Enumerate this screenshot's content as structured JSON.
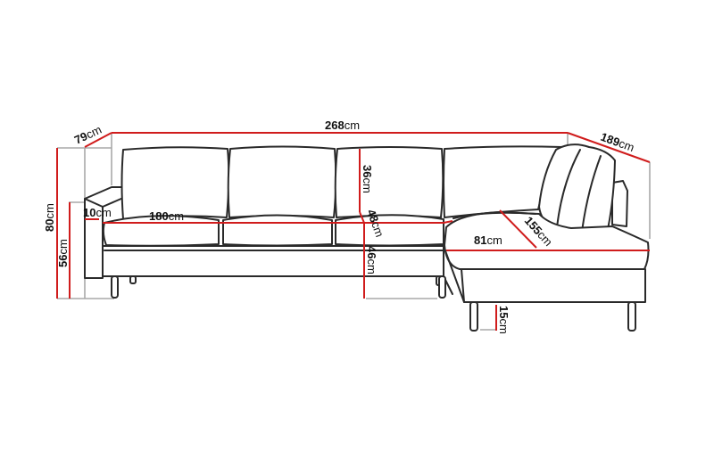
{
  "diagram": {
    "subject": "L-shaped corner sofa with right chaise, line drawing with dimensions",
    "unit": "cm",
    "colors": {
      "dimension_line": "#d01c1c",
      "extension_line": "#a8a8a8",
      "outline": "#2a2a2a",
      "background": "#ffffff"
    },
    "dimensions": {
      "total_width": {
        "value": "268",
        "unit": "cm"
      },
      "depth_left": {
        "value": "79",
        "unit": "cm"
      },
      "chaise_length": {
        "value": "189",
        "unit": "cm"
      },
      "total_height": {
        "value": "80",
        "unit": "cm"
      },
      "arm_height": {
        "value": "56",
        "unit": "cm"
      },
      "arm_width": {
        "value": "10",
        "unit": "cm"
      },
      "seat_width": {
        "value": "180",
        "unit": "cm"
      },
      "back_height": {
        "value": "36",
        "unit": "cm"
      },
      "seat_depth": {
        "value": "48",
        "unit": "cm"
      },
      "seat_height": {
        "value": "46",
        "unit": "cm"
      },
      "chaise_width": {
        "value": "81",
        "unit": "cm"
      },
      "chaise_seat_length": {
        "value": "155",
        "unit": "cm"
      },
      "leg_height": {
        "value": "15",
        "unit": "cm"
      }
    }
  }
}
